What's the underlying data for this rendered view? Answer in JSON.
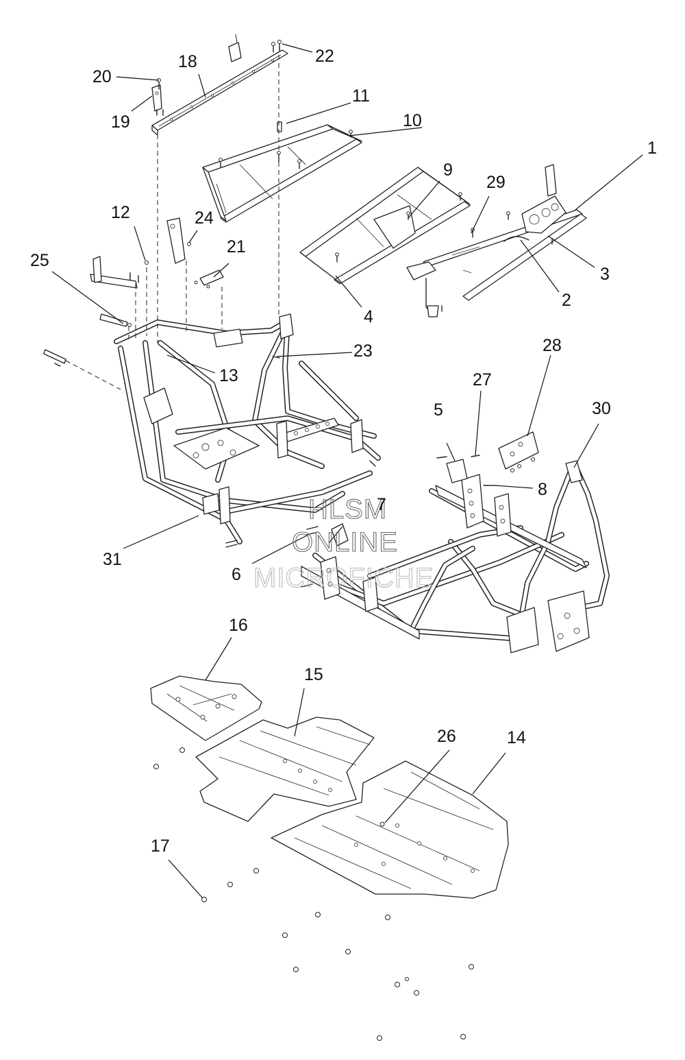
{
  "diagram": {
    "callouts": [
      "1",
      "2",
      "3",
      "4",
      "5",
      "6",
      "7",
      "8",
      "9",
      "10",
      "11",
      "12",
      "13",
      "14",
      "15",
      "16",
      "17",
      "18",
      "19",
      "20",
      "21",
      "22",
      "23",
      "24",
      "25",
      "26",
      "27",
      "28",
      "29",
      "30",
      "31"
    ],
    "watermark": {
      "line1": "HLSM",
      "line2": "ONLINE",
      "line3": "MICROFICHE"
    }
  }
}
